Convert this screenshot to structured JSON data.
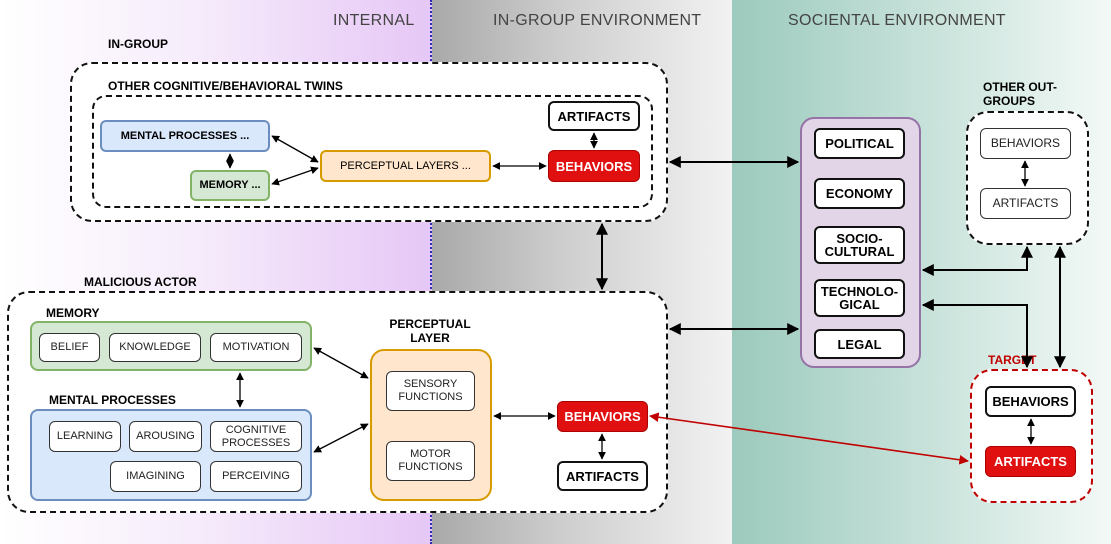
{
  "zones": {
    "internal": "INTERNAL",
    "in_group_environment": "IN-GROUP ENVIRONMENT",
    "societal_environment": "SOCIENTAL ENVIRONMENT"
  },
  "in_group": {
    "title": "IN-GROUP",
    "twins_title": "OTHER COGNITIVE/BEHAVIORAL TWINS",
    "mental_processes": "MENTAL PROCESSES ...",
    "memory": "MEMORY ...",
    "perceptual_layers": "PERCEPTUAL LAYERS ...",
    "artifacts": "ARTIFACTS",
    "behaviors": "BEHAVIORS"
  },
  "malicious_actor": {
    "title": "MALICIOUS ACTOR",
    "memory_title": "MEMORY",
    "memory_items": [
      "BELIEF",
      "KNOWLEDGE",
      "MOTIVATION"
    ],
    "mental_processes_title": "MENTAL PROCESSES",
    "mental_items": [
      "LEARNING",
      "AROUSING",
      "COGNITIVE PROCESSES",
      "IMAGINING",
      "PERCEIVING"
    ],
    "perceptual_title": "PERCEPTUAL LAYER",
    "perceptual_items": [
      "SENSORY FUNCTIONS",
      "MOTOR FUNCTIONS"
    ],
    "behaviors": "BEHAVIORS",
    "artifacts": "ARTIFACTS"
  },
  "societal": {
    "items": [
      "POLITICAL",
      "ECONOMY",
      "SOCIO- CULTURAL",
      "TECHNOLO- GICAL",
      "LEGAL"
    ]
  },
  "out_groups": {
    "title": "OTHER OUT-GROUPS",
    "behaviors": "BEHAVIORS",
    "artifacts": "ARTIFACTS"
  },
  "target": {
    "title": "TARGET",
    "behaviors": "BEHAVIORS",
    "artifacts": "ARTIFACTS"
  },
  "colors": {
    "red": "#e01010",
    "red_dark": "#c00000",
    "blue_fill": "#dae8fc",
    "blue_stroke": "#6c8ebf",
    "green_fill": "#d5e8d4",
    "green_stroke": "#82b366",
    "orange_fill": "#ffe6cc",
    "orange_stroke": "#d79b00",
    "purple_fill": "#e1d5e7",
    "purple_stroke": "#9673a6"
  }
}
